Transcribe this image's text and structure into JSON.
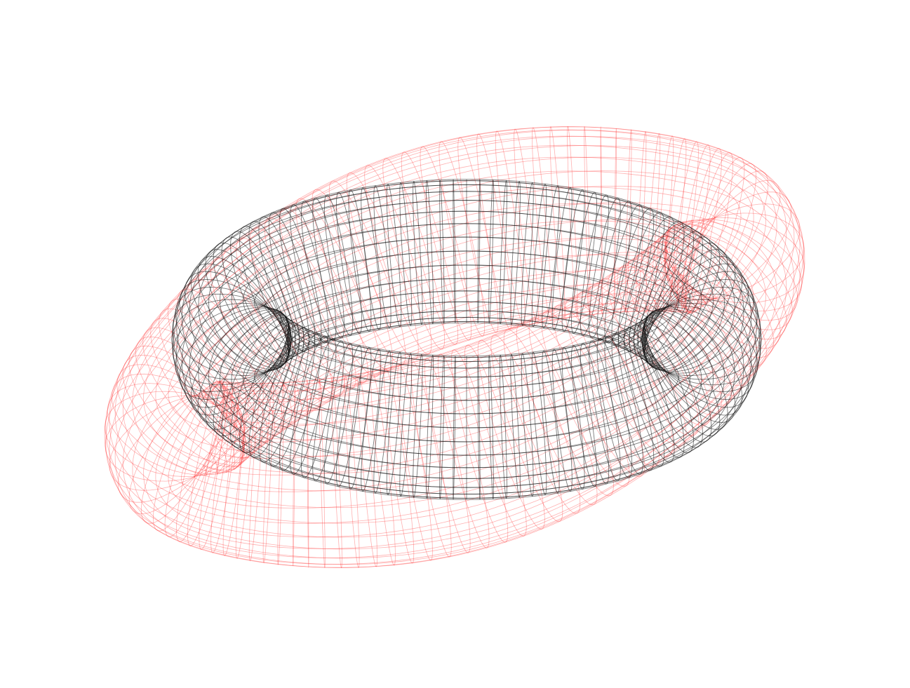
{
  "figure": {
    "background": "#ffffff",
    "outer_surface": {
      "name": "red-deformed-torus-wireframe",
      "color": "#ff3333",
      "opacity": 0.38
    },
    "inner_surface": {
      "name": "black-torus-wireframe",
      "color": "#111111",
      "opacity": 0.55
    }
  }
}
